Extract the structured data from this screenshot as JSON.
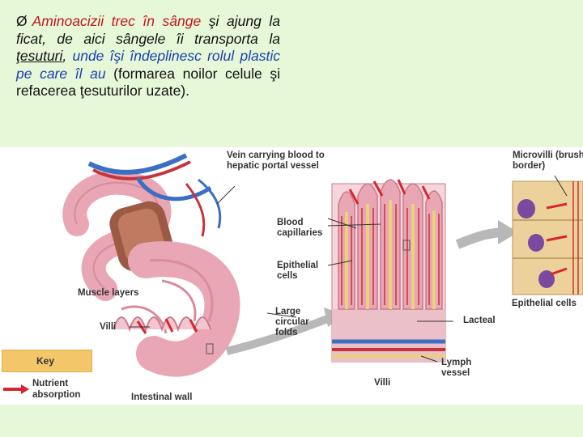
{
  "text": {
    "bullet": "Ø",
    "p1_red": "Aminoacizii trec în sânge",
    "p1_a": " şi ajung la ficat, de aici sângele îi transporta la ",
    "p1_tesuturi": "ţesuturi",
    "p1_comma": ", ",
    "p1_blue": "unde îşi îndeplinesc rolul plastic pe care îl au",
    "p1_rest": " (formarea noilor celule şi refacerea ţesuturilor uzate)."
  },
  "figure": {
    "labels": {
      "vein": "Vein carrying blood to hepatic portal vessel",
      "microvilli": "Microvilli (brush border)",
      "blood_capillaries": "Blood capillaries",
      "epithelial_cells": "Epithelial cells",
      "epithelial_cells_right": "Epithelial cells",
      "muscle_layers": "Muscle layers",
      "large_folds": "Large circular folds",
      "lacteal": "Lacteal",
      "villi_left": "Villi",
      "villi_bottom": "Villi",
      "lymph_vessel": "Lymph vessel",
      "intestinal_wall": "Intestinal wall"
    },
    "key": {
      "title": "Key",
      "entry": "Nutrient absorption"
    },
    "colors": {
      "intestine_pink": "#e9a6b4",
      "muscle_brown": "#9c5a45",
      "vein_blue": "#3b6fc4",
      "artery_red": "#c8323a",
      "lacteal_yellow": "#e8d27a",
      "cell_tan": "#ecd19a",
      "nucleus_purple": "#7b4aa0",
      "arrow_red": "#d7262e",
      "grey_arrow": "#b8b8b8"
    }
  }
}
